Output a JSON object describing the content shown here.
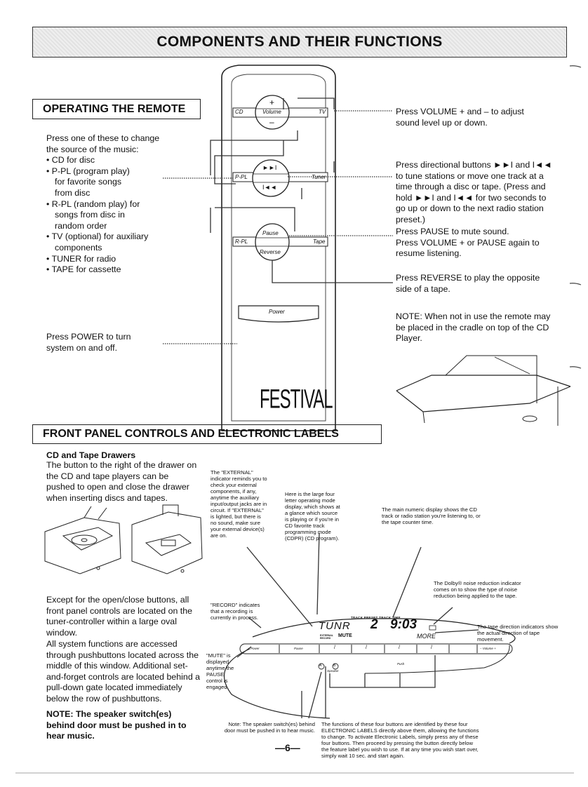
{
  "header": {
    "title": "COMPONENTS AND THEIR FUNCTIONS"
  },
  "remote_section": {
    "title": "OPERATING THE REMOTE",
    "source_intro": "Press one of these to change the source of the music:",
    "source_items": [
      "CD for disc",
      "P-PL (program play) for favorite songs from disc",
      "R-PL (random play) for songs from disc in random order",
      "TV (optional) for auxiliary components",
      "TUNER for radio",
      "TAPE for cassette"
    ],
    "power_text": "Press POWER to turn system on and off.",
    "volume_text": "Press VOLUME + and – to adjust sound level up or down.",
    "direction_text": "Press directional buttons ►►I and I◄◄ to tune stations or move one track at a time through a disc or tape. (Press and hold ►►I and I◄◄ for two seconds to go up or down to the next radio station preset.)",
    "pause_text_1": "Press PAUSE to mute sound.",
    "pause_text_2": "Press VOLUME + or PAUSE again to resume listening.",
    "reverse_text": "Press REVERSE to play the opposite side of a tape.",
    "note_text": "NOTE: When not in use the remote may be placed in the cradle on top of the CD Player."
  },
  "remote": {
    "plus": "+",
    "minus": "–",
    "cd": "CD",
    "volume": "Volume",
    "tv": "TV",
    "next": "►►I",
    "prev": "I◄◄",
    "ppl": "P-PL",
    "tuner": "Tuner",
    "pause": "Pause",
    "rpl": "R-PL",
    "tape": "Tape",
    "reverse": "Reverse",
    "power": "Power",
    "brand": "FESTIVAL"
  },
  "front_section": {
    "title": "FRONT PANEL CONTROLS AND ELECTRONIC LABELS",
    "drawers_heading": "CD and Tape Drawers",
    "drawers_text": "The button to the right of the drawer on the CD and tape players can be pushed to open and close the drawer when inserting discs and tapes.",
    "except_text": "Except for the open/close buttons, all front panel controls are located on the tuner-controller within a large oval window.",
    "pushbuttons_text": "All system functions are accessed through pushbuttons located across the middle of this window. Additional set-and-forget controls are located behind a pull-down gate located immediately below the row of pushbuttons.",
    "speaker_note": "NOTE: The speaker switch(es) behind door must be pushed in to hear music."
  },
  "annotations": {
    "external": "The \"EXTERNAL\" indicator reminds you to check your external components, if any, anytime the auxiliary input/output jacks are in circuit. If \"EXTERNAL\" is lighted, but there is no sound, make sure your external device(s) are on.",
    "record": "\"RECORD\" indicates that a recording is currently in process.",
    "mute": "\"MUTE\" is displayed anytime the PAUSE control is engaged.",
    "large_letter": "Here is the large four letter operating mode display, which shows at a glance which source is playing or if you're in CD favorite track programming mode (CDPR) (CD program).",
    "numeric": "The main numeric display shows the CD track or radio station you're listening to, or the tape counter time.",
    "dolby": "The Dolby® noise reduction indicator comes on to show the type of noise reduction being applied to the tape.",
    "tape_direction": "The tape direction indicators show the actual direction of tape movement.",
    "speaker_note": "Note: The speaker switch(es) behind door must be pushed in to hear music.",
    "four_buttons": "The functions of these four buttons are identified by these four ELECTRONIC LABELS directly above them, allowing the functions to change. To activate Electronic Labels, simply press any of these four buttons. Then proceed by pressing the button directly below the feature label you wish to use. If at any time you wish start over, simply wait 10 sec. and start again."
  },
  "panel": {
    "track_labels": "TRACK PRESET   TRACK   TIME",
    "mode": "TUNR",
    "number": "2",
    "time": "9:03",
    "external_record": "EXTERNAL RECORD",
    "mute": "MUTE",
    "more": "MORE",
    "power_btn": "Power",
    "pause_btn": "Pause",
    "volume_btn": "– Volume +",
    "speaker": "Speaker",
    "push": "Push",
    "speaker_a": "A",
    "speaker_b": "B"
  },
  "page_number": "—6—"
}
